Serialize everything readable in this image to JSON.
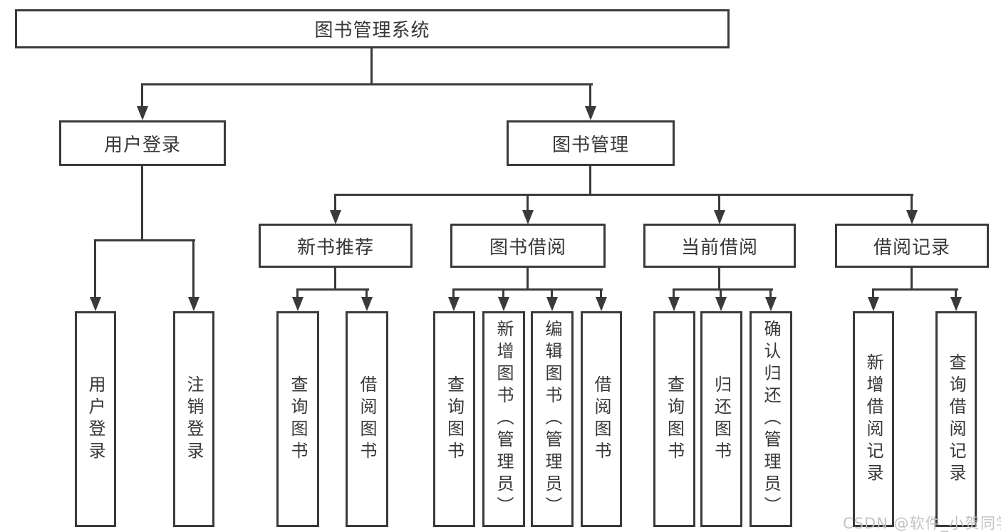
{
  "tree": {
    "root": {
      "label": "图书管理系统"
    },
    "branches": [
      {
        "label": "用户登录",
        "children": [
          {
            "label": "用户登录"
          },
          {
            "label": "注销登录"
          }
        ]
      },
      {
        "label": "图书管理",
        "children": [
          {
            "label": "新书推荐",
            "children": [
              {
                "label": "查询图书"
              },
              {
                "label": "借阅图书"
              }
            ]
          },
          {
            "label": "图书借阅",
            "children": [
              {
                "label": "查询图书"
              },
              {
                "label": "新增图书（管理员）"
              },
              {
                "label": "编辑图书（管理员）"
              },
              {
                "label": "借阅图书"
              }
            ]
          },
          {
            "label": "当前借阅",
            "children": [
              {
                "label": "查询图书"
              },
              {
                "label": "归还图书"
              },
              {
                "label": "确认归还（管理员）"
              }
            ]
          },
          {
            "label": "借阅记录",
            "children": [
              {
                "label": "新增借阅记录"
              },
              {
                "label": "查询借阅记录"
              }
            ]
          }
        ]
      }
    ]
  },
  "watermark": {
    "text": "CSDN @软件_小贺同学"
  },
  "colors": {
    "line": "#3a3a3a",
    "text": "#383838",
    "background": "#ffffff",
    "watermark": "#bec0c4"
  }
}
